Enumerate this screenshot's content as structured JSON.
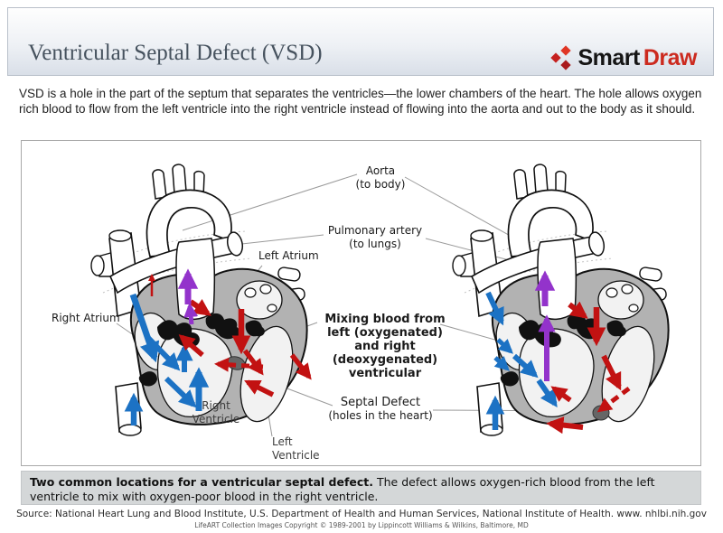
{
  "header": {
    "title": "Ventricular Septal Defect (VSD)",
    "brand": {
      "icon": "smartdraw-diamonds-icon",
      "smart": "Smart",
      "draw": "Draw"
    }
  },
  "intro": "VSD is a hole in the part of the septum that separates the ventricles—the lower chambers of the heart. The hole allows oxygen rich blood to flow from the left ventricle into the right ventricle instead of flowing into the aorta and out to the body as it should.",
  "diagram": {
    "labels": {
      "aorta_line1": "Aorta",
      "aorta_line2": "(to body)",
      "pulmonary_line1": "Pulmonary artery",
      "pulmonary_line2": "(to lungs)",
      "left_atrium": "Left Atrium",
      "right_atrium": "Right Atrium",
      "mixing_lines": [
        "Mixing blood from",
        "left (oxygenated)",
        "and right",
        "(deoxygenated)",
        "ventricular"
      ],
      "septal_line1": "Septal Defect",
      "septal_line2": "(holes in the heart)",
      "right_ventricle_line1": "Right",
      "right_ventricle_line2": "Ventricle",
      "left_ventricle_line1": "Left",
      "left_ventricle_line2": "Ventricle"
    },
    "colors": {
      "oxygen_poor_blood": "#1c72c4",
      "oxygen_rich_blood": "#c21212",
      "mixed_blood": "#9333cb",
      "heart_muscle": "#b2b2b2",
      "chamber": "#f2f2f2",
      "septal_defect_hole": "#666666",
      "leader_line": "#9a9a9a"
    }
  },
  "caption": {
    "bold": "Two common locations for a ventricular septal defect.",
    "rest": " The defect allows oxygen-rich blood from the left ventricle to mix with oxygen-poor blood in the right ventricle."
  },
  "source": {
    "line1": "Source: National Heart Lung and Blood Institute, U.S. Department of Health and Human Services, National Institute of Health. www. nhlbi.nih.gov",
    "line2": "LifeART Collection Images Copyright © 1989-2001 by Lippincott Williams & Wilkins, Baltimore, MD"
  }
}
